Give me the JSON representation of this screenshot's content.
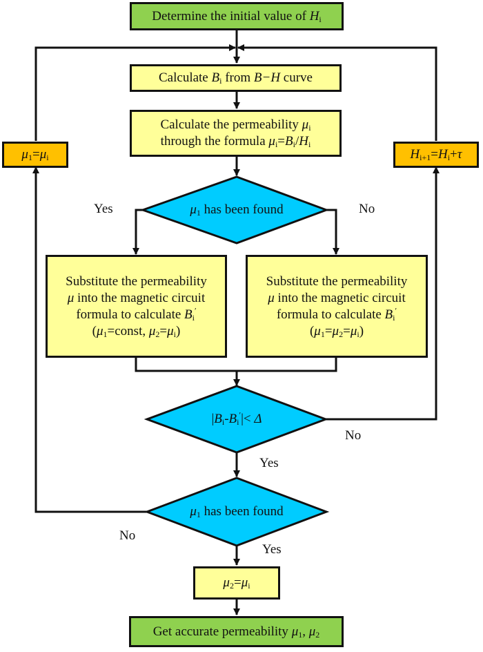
{
  "diagram": {
    "start": {
      "text": "Determine the initial value of ",
      "var": "H",
      "sub": "i"
    },
    "calc_b": {
      "pre": "Calculate ",
      "var1": "B",
      "sub1": "i",
      "mid": " from ",
      "var2": "B−H",
      "post": " curve"
    },
    "calc_mu": {
      "line1_pre": "Calculate the permeability ",
      "line1_var": "μ",
      "line1_sub": "i",
      "line2_pre": "through the formula ",
      "formula": {
        "mu": "μ",
        "mu_sub": "i",
        "eq": "=",
        "b": "B",
        "b_sub": "i",
        "slash": "/",
        "h": "H",
        "h_sub": "i"
      }
    },
    "decision1": {
      "var": "μ",
      "sub": "1",
      "text": " has been found"
    },
    "decision1_yes": "Yes",
    "decision1_no": "No",
    "left_box": {
      "line1": "Substitute the permeability",
      "line2_var": "μ",
      "line2": " into the magnetic circuit",
      "line3": "formula to calculate ",
      "line3_var": "B",
      "line3_sub": "i",
      "line3_sup": "′",
      "line4": {
        "open": "(",
        "mu1": "μ",
        "s1": "1",
        "eq1": "=const, ",
        "mu2": "μ",
        "s2": "2",
        "eq2": "=",
        "mui": "μ",
        "si": "i",
        "close": ")"
      }
    },
    "right_box": {
      "line1": "Substitute the permeability",
      "line2_var": "μ",
      "line2": " into the magnetic circuit",
      "line3": "formula to calculate ",
      "line3_var": "B",
      "line3_sub": "i",
      "line3_sup": "′",
      "line4": {
        "open": "(",
        "mu1": "μ",
        "s1": "1",
        "eq1": "=",
        "mu2": "μ",
        "s2": "2",
        "eq2": "=",
        "mui": "μ",
        "si": "i",
        "close": ")"
      }
    },
    "decision2": {
      "open": "|",
      "b1": "B",
      "s1": "i",
      "minus": "-",
      "b2": "B",
      "s2": "i",
      "sup2": "′",
      "close": "|< ",
      "delta": "Δ"
    },
    "decision2_no": "No",
    "decision2_yes": "Yes",
    "decision3": {
      "var": "μ",
      "sub": "1",
      "text": " has been found"
    },
    "decision3_no": "No",
    "decision3_yes": "Yes",
    "left_loop_box": {
      "mu1": "μ",
      "s1": "1",
      "eq": "=",
      "mu2": "μ",
      "s2": "i"
    },
    "right_loop_box": {
      "h1": "H",
      "s1": "i+1",
      "eq": "=",
      "h2": "H",
      "s2": "i",
      "plus": "+",
      "tau": "τ"
    },
    "mu2_box": {
      "mu1": "μ",
      "s1": "2",
      "eq": "=",
      "mu2": "μ",
      "s2": "i"
    },
    "end": {
      "text": "Get accurate permeability ",
      "mu1": "μ",
      "s1": "1",
      "comma": ", ",
      "mu2": "μ",
      "s2": "2"
    },
    "colors": {
      "start_end": "#8fd14f",
      "process": "#ffff99",
      "loop": "#ffc000",
      "decision": "#00ccff",
      "stroke": "#111111"
    }
  }
}
